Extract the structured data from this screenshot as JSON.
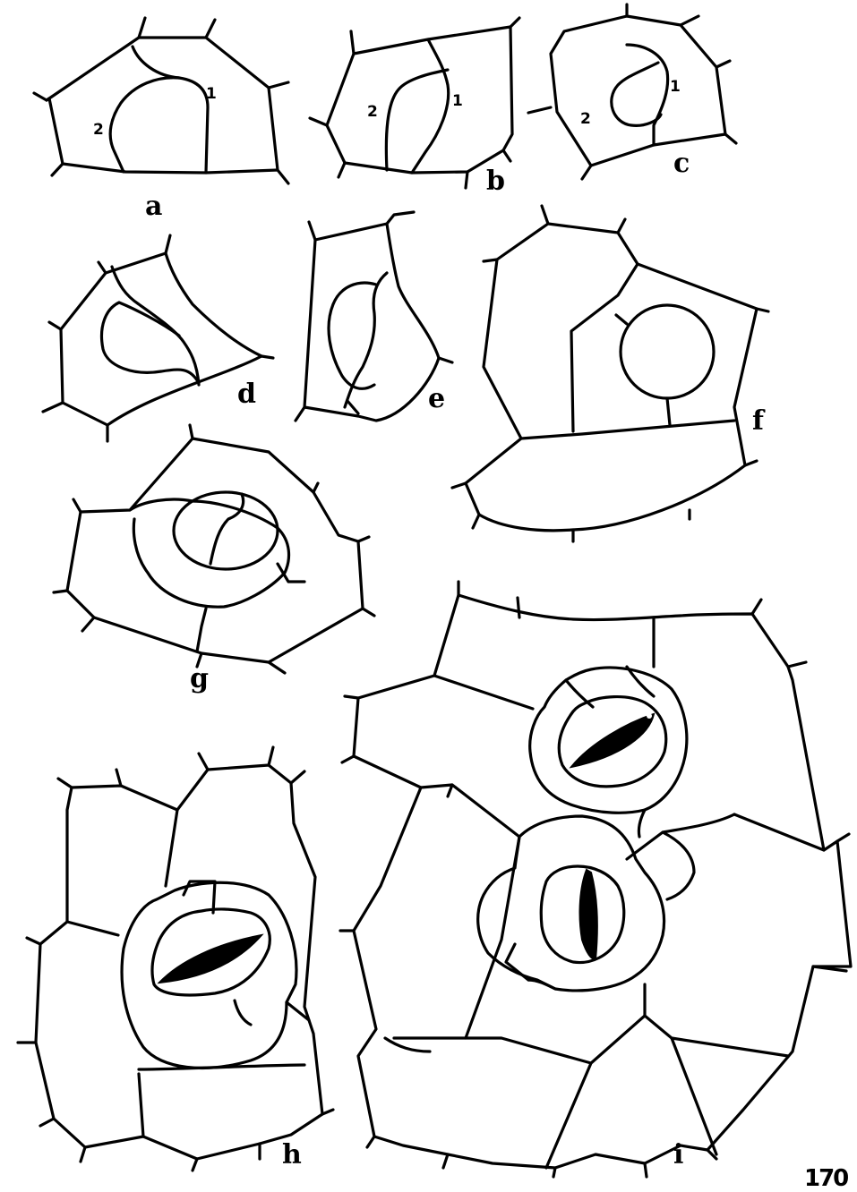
{
  "figure": {
    "plate_number": "170",
    "panels": [
      {
        "id": "a",
        "label": "a",
        "cell_labels": [
          "1",
          "2"
        ]
      },
      {
        "id": "b",
        "label": "b",
        "cell_labels": [
          "1",
          "2"
        ]
      },
      {
        "id": "c",
        "label": "c",
        "cell_labels": [
          "1",
          "2"
        ]
      },
      {
        "id": "d",
        "label": "d"
      },
      {
        "id": "e",
        "label": "e"
      },
      {
        "id": "f",
        "label": "f"
      },
      {
        "id": "g",
        "label": "g"
      },
      {
        "id": "h",
        "label": "h"
      },
      {
        "id": "i",
        "label": "i"
      }
    ]
  }
}
